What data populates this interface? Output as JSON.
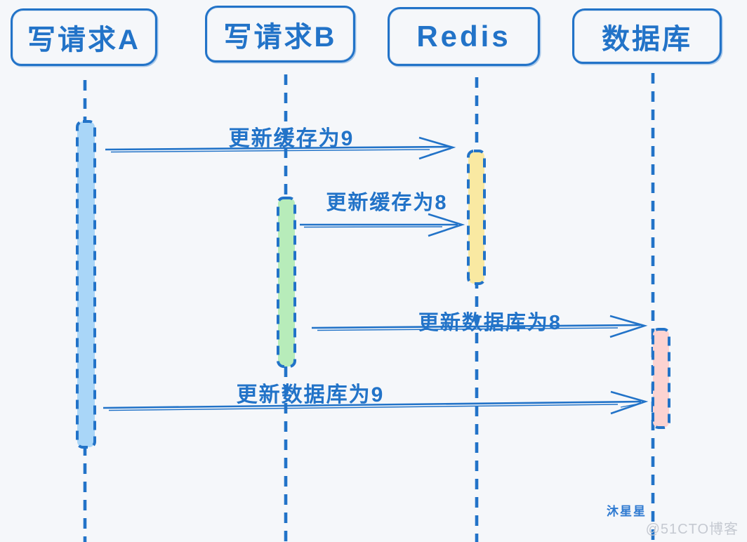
{
  "diagram": {
    "type": "sequence-diagram",
    "topic": "Redis cache / database concurrent write sequence",
    "actors": [
      {
        "id": "writer-a",
        "label": "写请求A",
        "activation_color": "#a9d6f8"
      },
      {
        "id": "writer-b",
        "label": "写请求B",
        "activation_color": "#b7ecba"
      },
      {
        "id": "redis",
        "label": "Redis",
        "activation_color": "#f9e9a2"
      },
      {
        "id": "database",
        "label": "数据库",
        "activation_color": "#fcd3d1"
      }
    ],
    "messages": [
      {
        "label": "更新缓存为9",
        "from": "写请求A",
        "to": "Redis"
      },
      {
        "label": "更新缓存为8",
        "from": "写请求B",
        "to": "Redis"
      },
      {
        "label": "更新数据库为8",
        "from": "写请求B",
        "to": "数据库"
      },
      {
        "label": "更新数据库为9",
        "from": "写请求A",
        "to": "数据库"
      }
    ],
    "colors": {
      "ink_blue": "#2273c8",
      "background": "#f5f7fa",
      "activation_blue": "#a9d6f8",
      "activation_green": "#b7ecba",
      "activation_yellow": "#f9e9a2",
      "activation_pink": "#fcd3d1",
      "watermark_gray": "#c5c9d1"
    },
    "watermarks": {
      "author": "沐星星",
      "site": "@51CTO博客"
    }
  }
}
